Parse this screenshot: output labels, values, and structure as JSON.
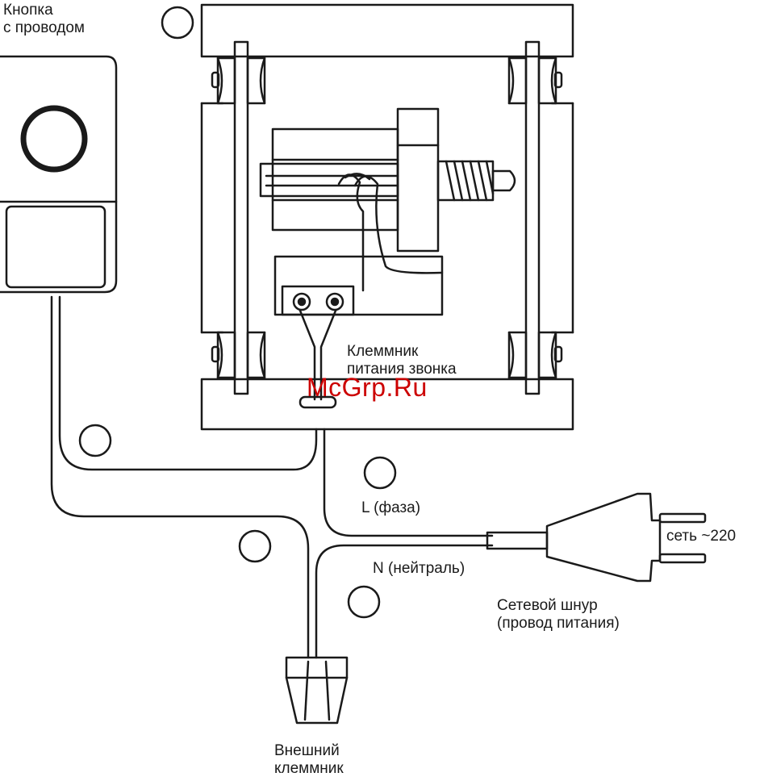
{
  "labels": {
    "button_line1": "Кнопка",
    "button_line2": "с проводом",
    "terminal_line1": "Клеммник",
    "terminal_line2": "питания звонка",
    "phase": "L (фаза)",
    "neutral": "N (нейтраль)",
    "mains": "сеть ~220",
    "cord_line1": "Сетевой шнур",
    "cord_line2": "(провод питания)",
    "external_line1": "Внешний",
    "external_line2": "клеммник"
  },
  "watermark": "McGrp.Ru",
  "colors": {
    "stroke": "#1a1a1a",
    "watermark": "#cc0000",
    "background": "#ffffff"
  }
}
